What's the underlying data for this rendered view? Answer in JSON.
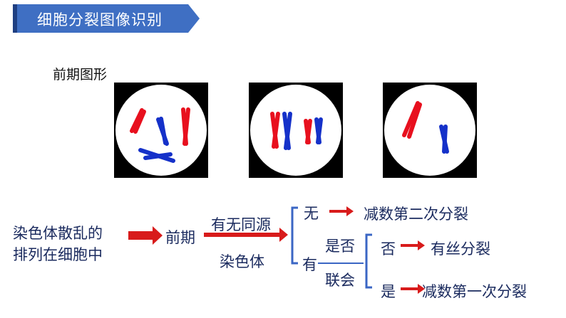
{
  "title": "细胞分裂图像识别",
  "subtitle": "前期图形",
  "colors": {
    "banner": "#3f6fc3",
    "banner_shadow": "#1f3f82",
    "chrom_red": "#e8101e",
    "chrom_blue": "#1531c9",
    "bracket": "#3a66c4",
    "arrow": "#d81b1b",
    "text": "#1a2a5e"
  },
  "flow": {
    "start_line1": "染色体散乱的",
    "start_line2": "排列在细胞中",
    "stage": "前期",
    "question1_line1": "有无同源",
    "question1_line2": "染色体",
    "none": "无",
    "none_result": "减数第二次分裂",
    "has": "有",
    "question2_line1": "是否",
    "question2_line2": "联会",
    "no": "否",
    "no_result": "有丝分裂",
    "yes": "是",
    "yes_result": "减数第一次分裂"
  }
}
